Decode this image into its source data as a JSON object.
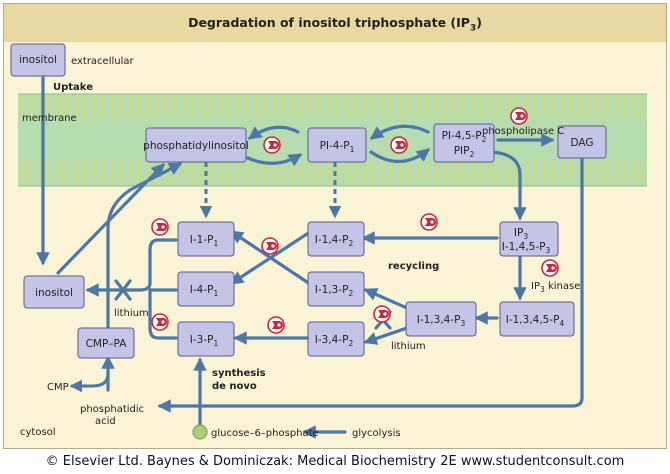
{
  "title": "Degradation of inositol triphosphate (IP",
  "title_sub": "3",
  "title_end": ")",
  "labels": {
    "extracellular": "extracellular",
    "uptake": "Uptake",
    "membrane": "membrane",
    "cytosol": "cytosol",
    "recycling": "recycling",
    "lithium": "lithium",
    "phospholipase_c": "phospholipase C",
    "ip3_kinase_pre": "IP",
    "ip3_kinase_sub": "3",
    "ip3_kinase_post": " kinase",
    "cmp": "CMP",
    "phosphatidic": "phosphatidic",
    "acid": "acid",
    "synthesis": "synthesis",
    "de_novo": "de novo",
    "glucose6p": "glucose–6–phosphate",
    "glycolysis": "glycolysis"
  },
  "nodes": {
    "inositol_ext": "inositol",
    "phosphatidylinositol": "phosphatidylinositol",
    "pi4p": "PI-4-P",
    "pi4p_sub": "1",
    "pip2_a": "PI-4,5-P",
    "pip2_a_sub": "2",
    "pip2_b": "PIP",
    "pip2_b_sub": "2",
    "dag": "DAG",
    "ip3_a": "IP",
    "ip3_a_sub": "3",
    "ip3_b": "I-1,4,5-P",
    "ip3_b_sub": "3",
    "i1p": "I-1-P",
    "i1p_sub": "1",
    "i4p": "I-4-P",
    "i4p_sub": "1",
    "i3p": "I-3-P",
    "i3p_sub": "1",
    "i14p": "I-1,4-P",
    "i14p_sub": "2",
    "i13p": "I-1,3-P",
    "i13p_sub": "2",
    "i34p": "I-3,4-P",
    "i34p_sub": "2",
    "i134p": "I-1,3,4-P",
    "i134p_sub": "3",
    "i1345p": "I-1,3,4,5-P",
    "i1345p_sub": "4",
    "inositol_cyt": "inositol",
    "cmp_pa": "CMP–PA"
  },
  "copyright": "© Elsevier Ltd. Baynes & Dominiczak: Medical Biochemistry 2E www.studentconsult.com",
  "colors": {
    "arrow": "#4a78a8",
    "node_fill": "#c4c4e6",
    "node_stroke": "#5a5a8c",
    "membrane": "#b6dcb0",
    "glucose": "#a9cf72",
    "enzyme": "#c8283c"
  }
}
